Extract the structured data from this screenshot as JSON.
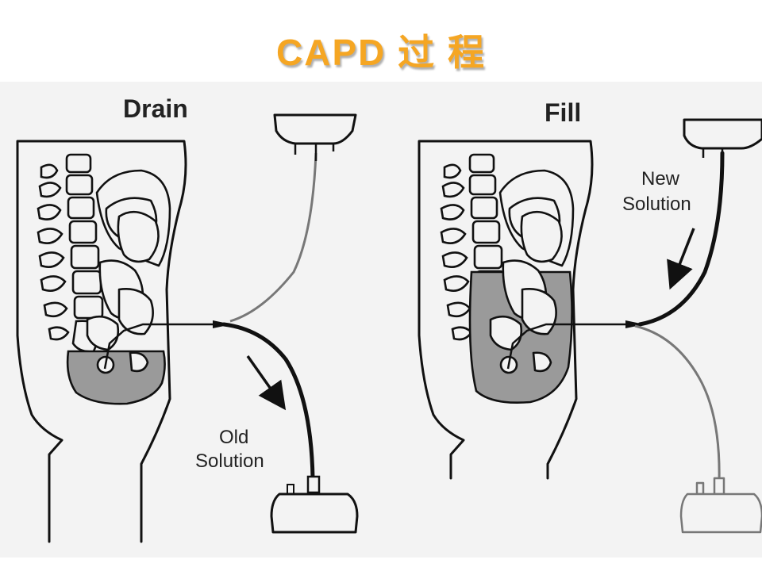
{
  "title": "CAPD 过 程",
  "panels": {
    "drain": {
      "heading": "Drain",
      "note_line1": "Old",
      "note_line2": "Solution"
    },
    "fill": {
      "heading": "Fill",
      "note_line1": "New",
      "note_line2": "Solution"
    }
  }
}
